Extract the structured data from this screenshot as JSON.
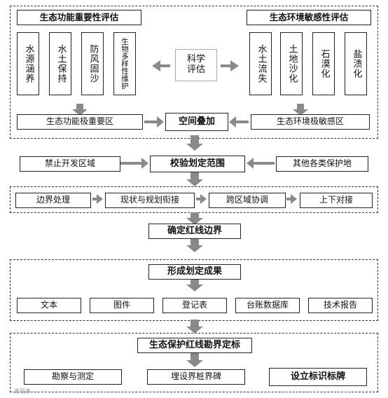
{
  "section1": {
    "left_title": "生态功能重要性评估",
    "right_title": "生态环境敏感性评估",
    "left_items": [
      "水源涵养",
      "水土保持",
      "防风固沙",
      "生物多样性维护"
    ],
    "right_items": [
      "水土流失",
      "土地沙化",
      "石漠化",
      "盐渍化"
    ],
    "center": "科学评估",
    "left_result": "生态功能极重要区",
    "right_result": "生态环境极敏感区",
    "overlay": "空间叠加"
  },
  "section2": {
    "left": "禁止开发区域",
    "center": "校验划定范围",
    "right": "其他各类保护地"
  },
  "section3": {
    "steps": [
      "边界处理",
      "现状与规划衔接",
      "跨区域协调",
      "上下对接"
    ],
    "result": "确定红线边界"
  },
  "section4": {
    "title": "形成划定成果",
    "items": [
      "文本",
      "图件",
      "登记表",
      "台账数据库",
      "技术报告"
    ]
  },
  "section5": {
    "title": "生态保护红线勘界定标",
    "items": [
      "勘察与测定",
      "埋设界桩界碑",
      "设立标识标牌"
    ]
  },
  "watermark": "发现者"
}
